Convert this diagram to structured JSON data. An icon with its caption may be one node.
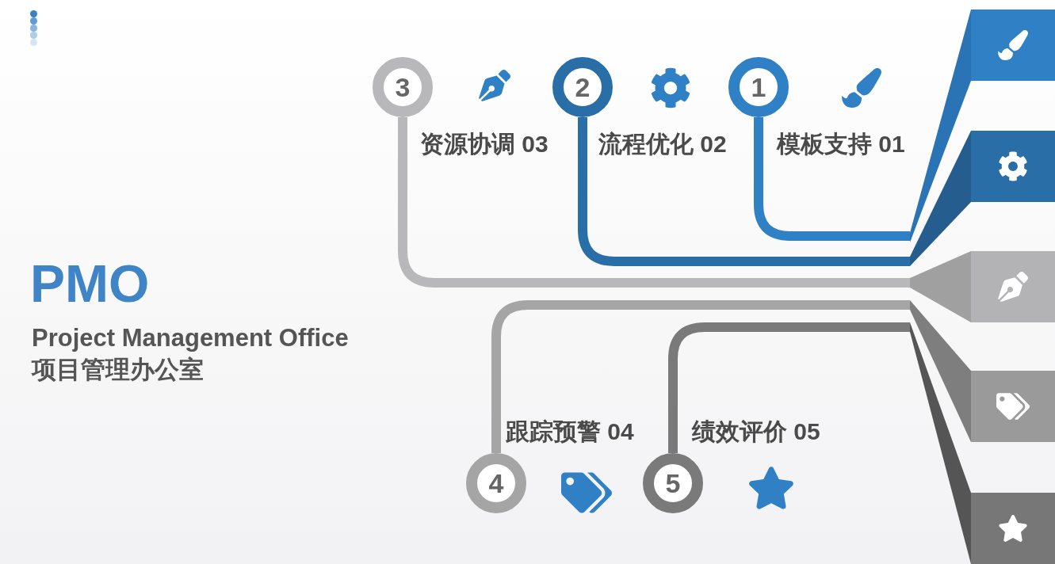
{
  "diagram": {
    "title": "PMO",
    "nodes": [
      {
        "text": [
          "3"
        ],
        "beside": [
          "资源协调 03"
        ]
      },
      {
        "text": [
          "2"
        ],
        "beside": [
          "流程优化 02"
        ]
      },
      {
        "text": [
          "1"
        ],
        "beside": [
          "模板支持 01"
        ]
      },
      {
        "text": [
          "4"
        ],
        "beside": [
          "跟踪预警 04"
        ]
      },
      {
        "text": [
          "5"
        ],
        "beside": [
          "绩效评价 05"
        ]
      },
      {
        "text": [],
        "shape": "box"
      },
      {
        "text": [],
        "shape": "box"
      },
      {
        "text": [],
        "shape": "box"
      },
      {
        "text": [],
        "shape": "box"
      },
      {
        "text": [],
        "shape": "box"
      }
    ],
    "edges": [
      {
        "from": 2,
        "to": 5,
        "arrow": "none",
        "color": "#2f80c4"
      },
      {
        "from": 1,
        "to": 6,
        "arrow": "none",
        "color": "#2a6ea8"
      },
      {
        "from": 0,
        "to": 7,
        "arrow": "none",
        "color": "#b8b8ba"
      },
      {
        "from": 3,
        "to": 8,
        "arrow": "none",
        "color": "#a5a5a5"
      },
      {
        "from": 4,
        "to": 9,
        "arrow": "none",
        "color": "#7a7a7a"
      }
    ],
    "labels": [
      "Project Management Office",
      "项目管理办公室"
    ]
  }
}
